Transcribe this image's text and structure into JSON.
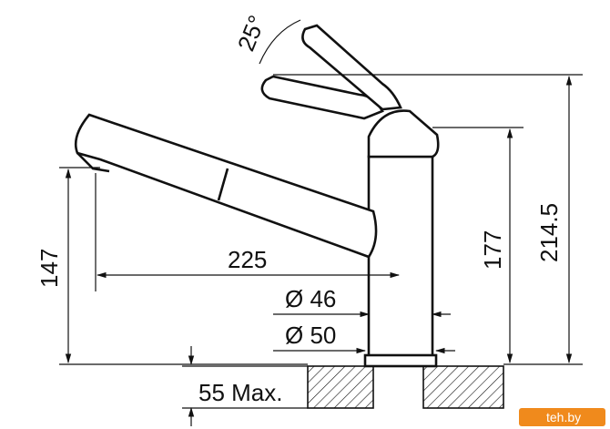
{
  "dimensions": {
    "angle": "25°",
    "total_height": "214.5",
    "body_height": "177",
    "spout_height": "147",
    "spout_reach": "225",
    "diameter_46": "Ø 46",
    "diameter_50": "Ø 50",
    "max_thickness": "55 Max."
  },
  "watermark": {
    "text": "teh.by",
    "color": "#f08a1c"
  },
  "colors": {
    "ink": "#111111",
    "paper": "#ffffff"
  }
}
